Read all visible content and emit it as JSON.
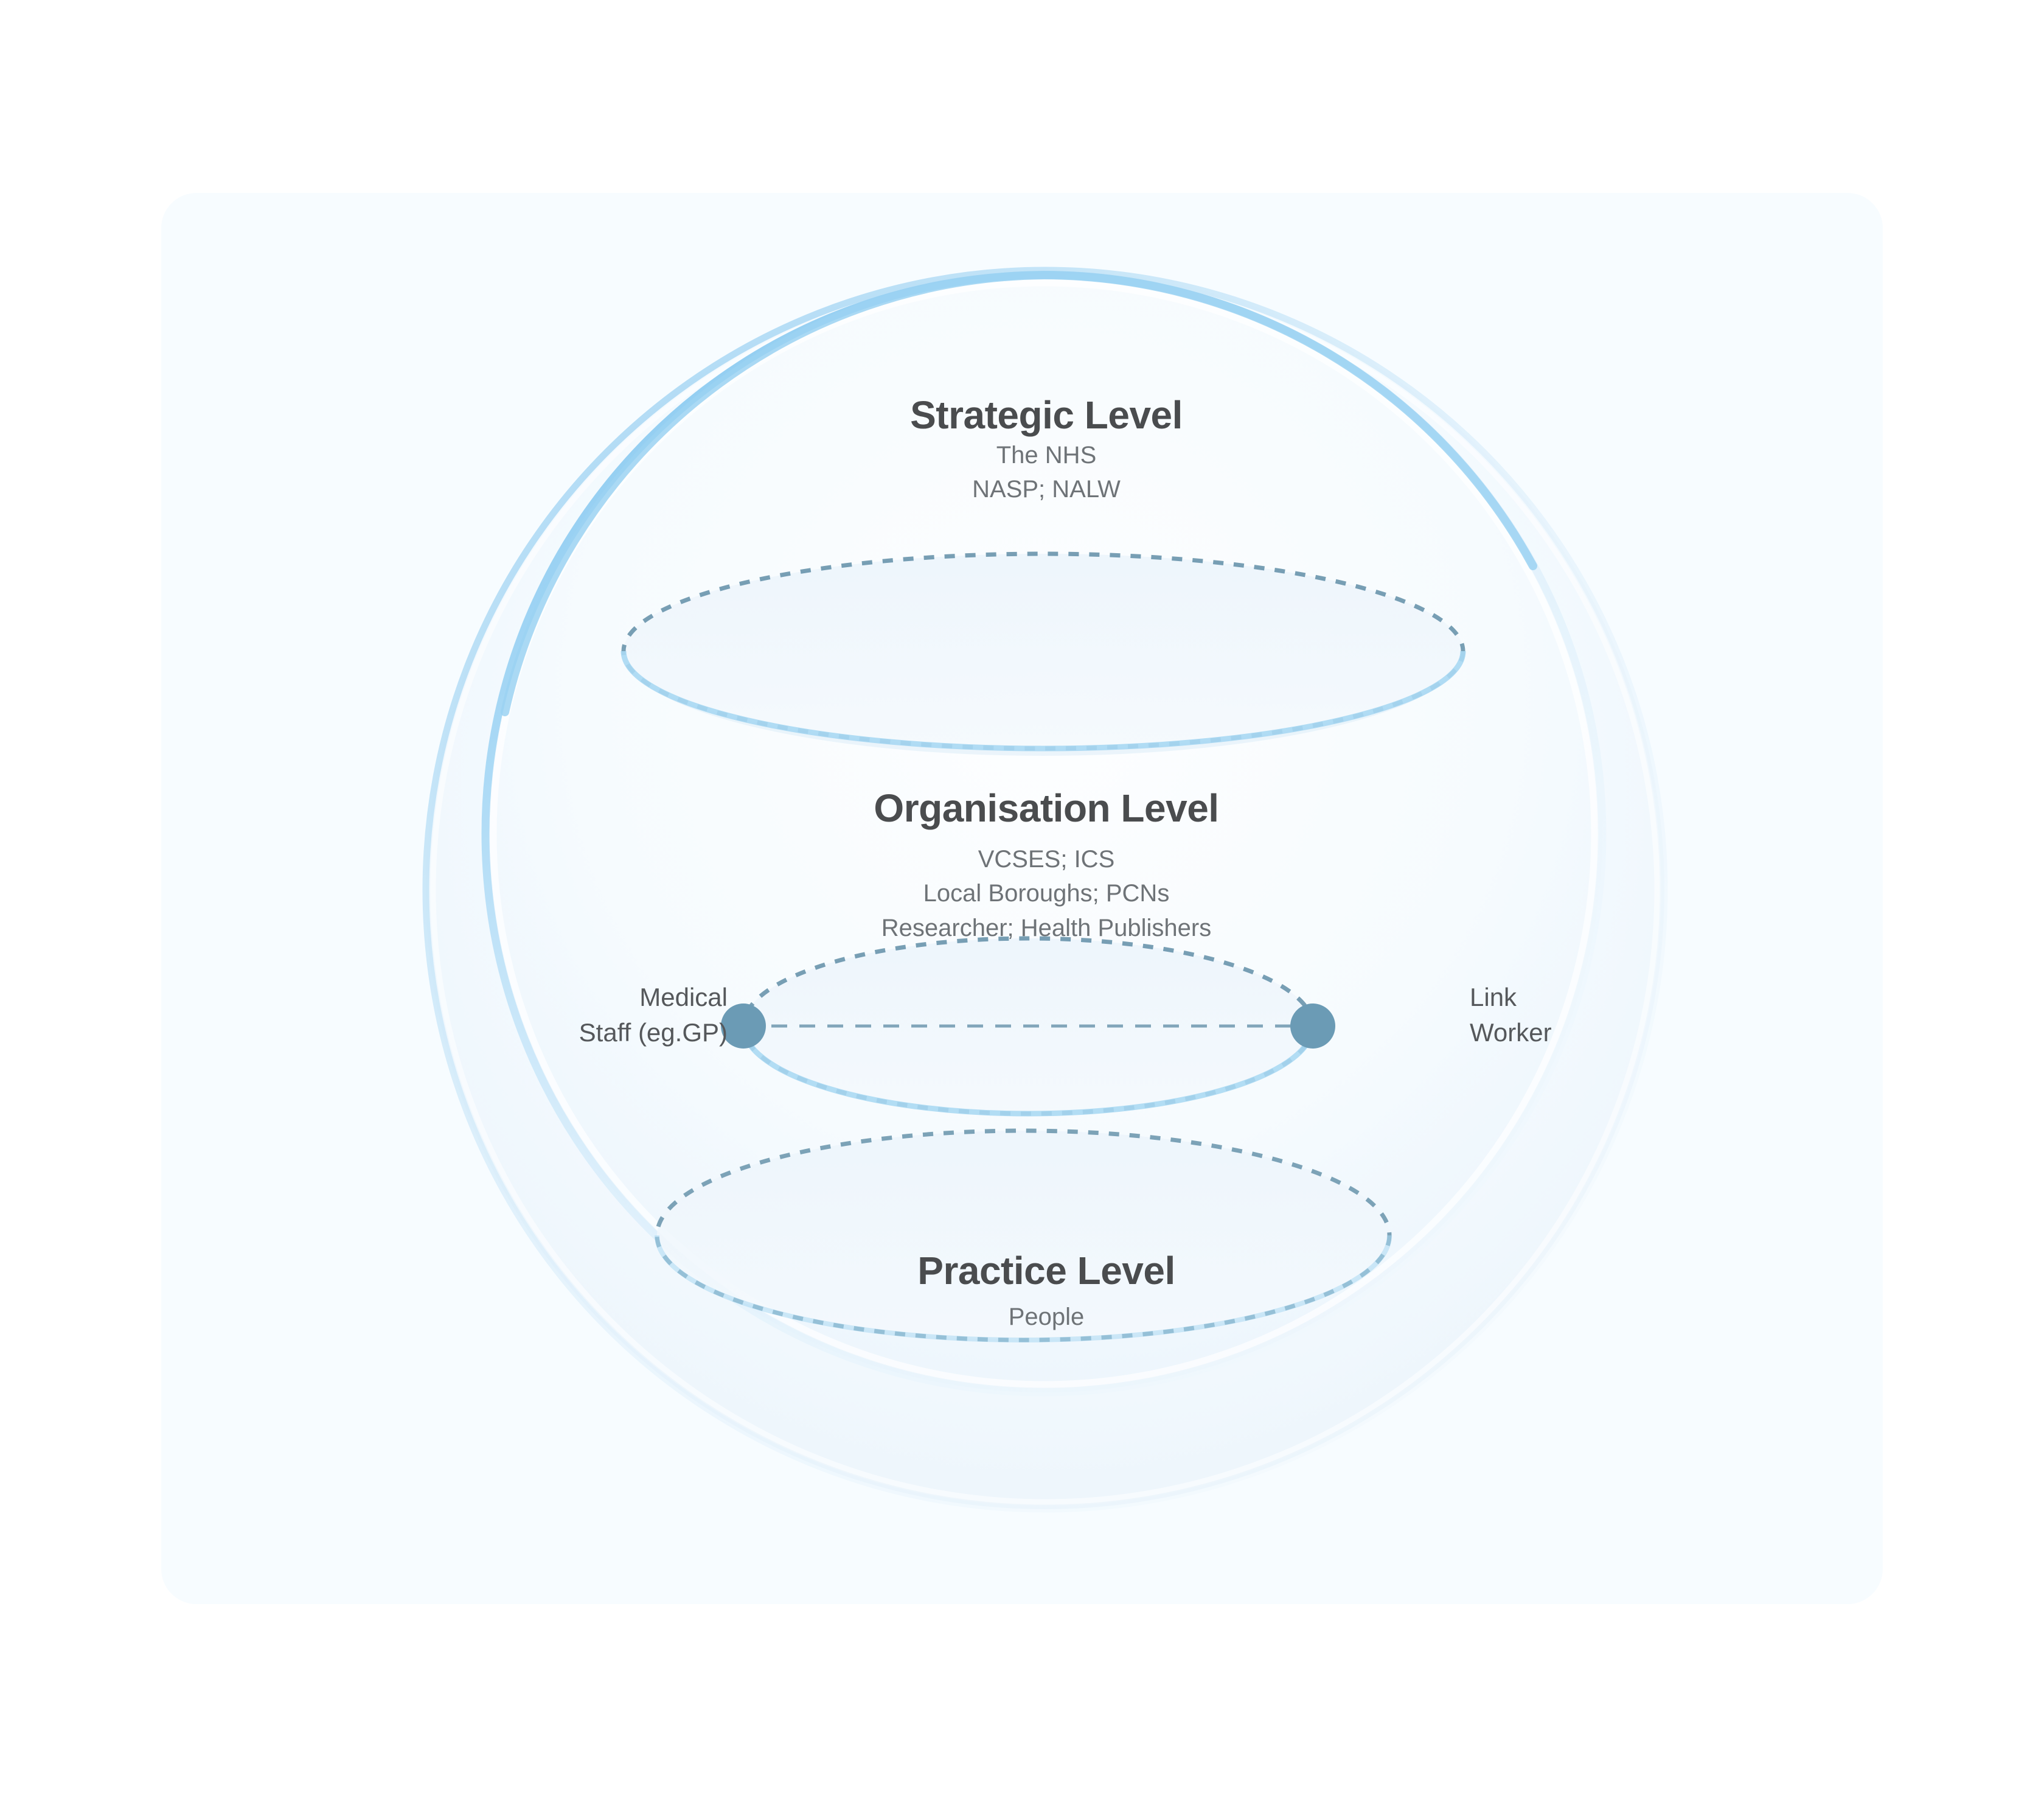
{
  "diagram": {
    "title_hidden": "",
    "background_color": "#f7fcff",
    "accent_color": "#a8d6f2",
    "node_color": "#6b9bb5",
    "dash_color": "#5b8aa3",
    "title_text_color": "#4a4c4e",
    "sub_text_color": "#6e7377"
  },
  "levels": [
    {
      "id": "strategic",
      "title": "Strategic Level",
      "subtitle_lines": [
        "The NHS",
        "NASP; NALW"
      ]
    },
    {
      "id": "organisation",
      "title": "Organisation Level",
      "subtitle_lines": [
        "VCSES; ICS",
        "Local Boroughs; PCNs",
        "Researcher; Health Publishers"
      ]
    },
    {
      "id": "practice",
      "title": "Practice Level",
      "subtitle_lines": [
        "People"
      ]
    }
  ],
  "connector": {
    "left_label_lines": [
      "Medical",
      "Staff (eg.GP)"
    ],
    "right_label_lines": [
      "Link",
      "Worker"
    ]
  }
}
